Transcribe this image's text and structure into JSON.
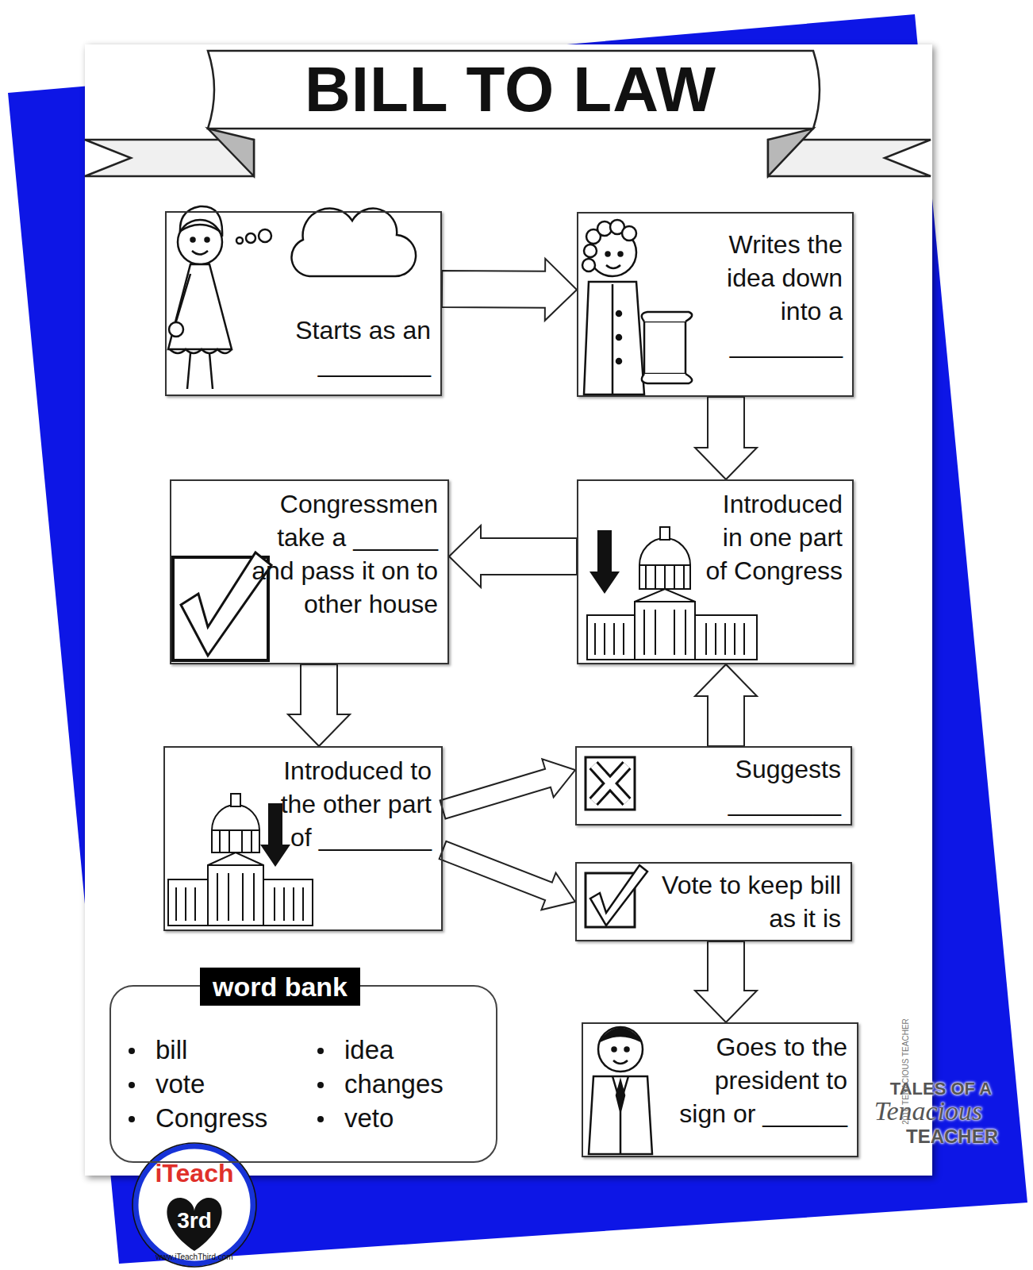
{
  "diagram": {
    "title": "BILL TO LAW",
    "nodes": [
      {
        "text": [
          "Starts as an ________"
        ]
      },
      {
        "text": [
          "Writes the idea down into a ________"
        ]
      },
      {
        "text": [
          "Introduced in one part of Congress"
        ]
      },
      {
        "text": [
          "Congressmen take a ______ and pass it on to other house"
        ]
      },
      {
        "text": [
          "Introduced to the other part of ________"
        ]
      },
      {
        "text": [
          "Suggests ________"
        ]
      },
      {
        "text": [
          "Vote to keep bill as it is"
        ]
      },
      {
        "text": [
          "Goes to the president to sign or ______"
        ]
      },
      {
        "text": [
          "word bank",
          "bill",
          "vote",
          "Congress",
          "idea",
          "changes",
          "veto"
        ]
      }
    ],
    "edges": [
      {
        "from": 0,
        "to": 1,
        "arrow": "to"
      },
      {
        "from": 1,
        "to": 2,
        "arrow": "to"
      },
      {
        "from": 2,
        "to": 3,
        "arrow": "to"
      },
      {
        "from": 3,
        "to": 4,
        "arrow": "to"
      },
      {
        "from": 4,
        "to": 5,
        "arrow": "to"
      },
      {
        "from": 4,
        "to": 6,
        "arrow": "to"
      },
      {
        "from": 5,
        "to": 2,
        "arrow": "to"
      },
      {
        "from": 6,
        "to": 7,
        "arrow": "to"
      }
    ],
    "labels": [
      "iTeach",
      "3rd",
      "www.iTeachThird.com",
      "TALES OF A",
      "Tenacious",
      "TEACHER",
      "2016 TENACIOUS TEACHER"
    ]
  }
}
